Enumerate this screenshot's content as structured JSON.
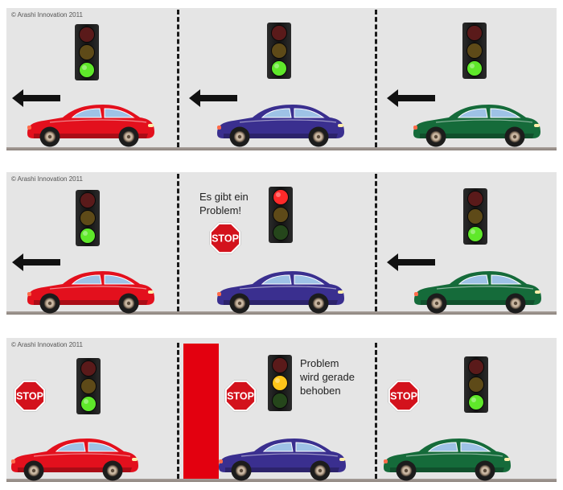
{
  "copyright": "© Arashi Innovation 2011",
  "colors": {
    "red_car": "#e3101d",
    "blue_car": "#3a2f8f",
    "green_car": "#156b3a",
    "stop_sign": "#d3121c",
    "blocker": "#e3000f",
    "light_red_on": "#ff2a2a",
    "light_yellow_on": "#ffc51a",
    "light_green_on": "#5fe82a"
  },
  "rows": [
    {
      "copyright": "© Arashi Innovation 2011",
      "panels": [
        {
          "light": "green",
          "arrow": true,
          "stop_sign": false,
          "car": "red"
        },
        {
          "light": "green",
          "arrow": true,
          "stop_sign": false,
          "car": "blue"
        },
        {
          "light": "green",
          "arrow": true,
          "stop_sign": false,
          "car": "green"
        }
      ]
    },
    {
      "copyright": "© Arashi Innovation 2011",
      "note": [
        "Es gibt ein",
        "Problem!"
      ],
      "panels": [
        {
          "light": "green",
          "arrow": true,
          "stop_sign": false,
          "car": "red"
        },
        {
          "light": "red",
          "arrow": false,
          "stop_sign": true,
          "stop_text": "STOP",
          "car": "blue"
        },
        {
          "light": "green",
          "arrow": true,
          "stop_sign": false,
          "car": "green"
        }
      ]
    },
    {
      "copyright": "© Arashi Innovation 2011",
      "note": [
        "Problem",
        "wird gerade",
        "behoben"
      ],
      "panels": [
        {
          "light": "green",
          "arrow": false,
          "stop_sign": true,
          "stop_text": "STOP",
          "car": "red"
        },
        {
          "light": "yellow",
          "arrow": false,
          "stop_sign": true,
          "stop_text": "STOP",
          "car": "blue"
        },
        {
          "light": "green",
          "arrow": false,
          "stop_sign": true,
          "stop_text": "STOP",
          "car": "green"
        }
      ]
    }
  ]
}
